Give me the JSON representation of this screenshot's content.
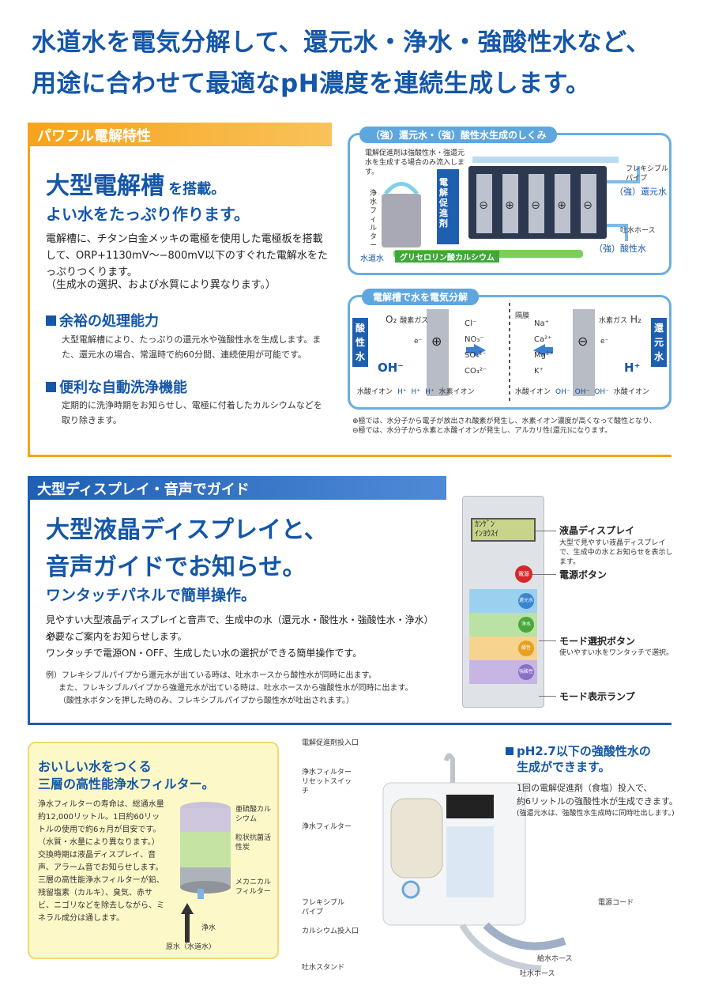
{
  "headline": {
    "line1": "水道水を電気分解して、還元水・浄水・強酸性水など、",
    "line2": "用途に合わせて最適なpH濃度を連続生成します。"
  },
  "section1": {
    "bar": "パワフル電解特性",
    "title_big": "大型電解槽",
    "title_small": "を搭載。",
    "subtitle": "よい水をたっぷり作ります。",
    "p1": "電解槽に、チタン白金メッキの電極を使用した電極板を搭載して、ORP+1130mV～−800mV以下のすぐれた電解水をたっぷりつくります。",
    "p1_note": "（生成水の選択、および水質により異なります。）",
    "h1": "余裕の処理能力",
    "h1_text": "大型電解槽により、たっぷりの還元水や強酸性水を生成します。また、還元水の場合、常温時で約60分間、連続使用が可能です。",
    "h2": "便利な自動洗浄機能",
    "h2_text": "定期的に洗浄時期をお知らせし、電極に付着したカルシウムなどを取り除きます。"
  },
  "diagram1": {
    "title": "（強）還元水・（強）酸性水生成のしくみ",
    "note": "電解促進剤は強酸性水・強還元水を生成する場合のみ流入します。",
    "filter": "浄水フィルター",
    "promoter": "電解促進剤",
    "tap": "水道水",
    "calcium": "グリセロリン酸カルシウム",
    "flex": "フレキシブルパイプ",
    "alk": "（強）還元水",
    "hose": "吐水ホース",
    "acid": "（強）酸性水",
    "electrodes": [
      "⊖",
      "⊕",
      "⊖",
      "⊕",
      "⊖"
    ]
  },
  "diagram2": {
    "title": "電解槽で水を電気分解",
    "acid_label": "酸性水",
    "alk_label": "還元水",
    "o2": "O₂",
    "o2_gas": "酸素ガス",
    "h2": "H₂",
    "h2_gas": "水素ガス",
    "membrane": "隔膜",
    "ions_left": [
      "Cl⁻",
      "NO₃⁻",
      "SO₄²⁻",
      "CO₃²⁻"
    ],
    "ions_right": [
      "Na⁺",
      "Ca²⁺",
      "Mg²⁺",
      "K⁺"
    ],
    "oh_big": "OH⁻",
    "h_big": "H⁺",
    "e": "e⁻",
    "h_plus": "H⁺",
    "oh_minus": "OH⁻",
    "h_ion": "水素イオン",
    "oh_ion": "水酸イオン",
    "plus_sign": "⊕",
    "minus_sign": "⊖",
    "note1": "⊕極では、水分子から電子が放出され酸素が発生し、水素イオン濃度が高くなって酸性となり、",
    "note2": "⊖極では、水分子から水素と水酸イオンが発生し、アルカリ性(還元)になります。"
  },
  "section2": {
    "bar": "大型ディスプレイ・音声でガイド",
    "title1": "大型液晶ディスプレイと、",
    "title2": "音声ガイドでお知らせ。",
    "subtitle": "ワンタッチパネルで簡単操作。",
    "p1": "見やすい大型液晶ディスプレイと音声で、生成中の水（還元水・酸性水・強酸性水・浄水）や、",
    "p2": "必要なご案内をお知らせします。",
    "p3": "ワンタッチで電源ON・OFF、生成したい水の選択ができる簡単操作です。",
    "ex1": "例）フレキシブルパイプから還元水が出ている時は、吐水ホースから酸性水が同時に出ます。",
    "ex2": "また、フレキシブルパイプから強還元水が出ている時は、吐水ホースから強酸性水が同時に出ます。",
    "ex3": "（酸性水ボタンを押した時のみ、フレキシブルパイプから酸性水が吐出されます。）",
    "lcd_text1": "ｶﾝｹﾞﾝ",
    "lcd_text2": "ｲﾝﾖｳｽｲ",
    "power_btn": "電源",
    "mode_btns": [
      "還元水",
      "浄水",
      "酸性",
      "強酸性"
    ],
    "label_display": "液晶ディスプレイ",
    "label_display_text": "大型で見やすい液晶ディスプレイで、生成中の水とお知らせを表示します。",
    "label_power": "電源ボタン",
    "label_mode": "モード選択ボタン",
    "label_mode_text": "使いやすい水をワンタッチで選択。",
    "label_lamp": "モード表示ランプ"
  },
  "section3": {
    "title1": "おいしい水をつくる",
    "title2": "三層の高性能浄水フィルター。",
    "text": "浄水フィルターの寿命は、総通水量約12,000リットル。1日約60リットルの使用で約6ヵ月が目安です。（水質・水量により異なります。）交換時期は液晶ディスプレイ、音声、アラーム音でお知らせします。三層の高性能浄水フィルターが鉛、残留塩素（カルキ）、臭気、赤サビ、ニゴリなどを除去しながら、ミネラル成分は通します。",
    "layer1": "亜硫酸カルシウム",
    "layer2": "粒状抗菌活性炭",
    "layer3": "メカニカルフィルター",
    "clean": "浄水",
    "raw": "原水（水道水）"
  },
  "section4": {
    "heading1": "pH2.7以下の強酸性水の",
    "heading2": "生成ができます。",
    "text1": "1回の電解促進剤（食塩）投入で、",
    "text2": "約6リットルの強酸性水が生成できます。",
    "note": "(強還元水は、強酸性水生成時に同時吐出します。)",
    "labels": {
      "promoter_inlet": "電解促進剤投入口",
      "reset": "浄水フィルターリセットスイッチ",
      "filter": "浄水フィルター",
      "flex": "フレキシブルパイプ",
      "calcium_inlet": "カルシウム投入口",
      "stand": "吐水スタンド",
      "power_cord": "電源コード",
      "supply_hose": "給水ホース",
      "outlet_hose": "吐水ホース"
    }
  }
}
